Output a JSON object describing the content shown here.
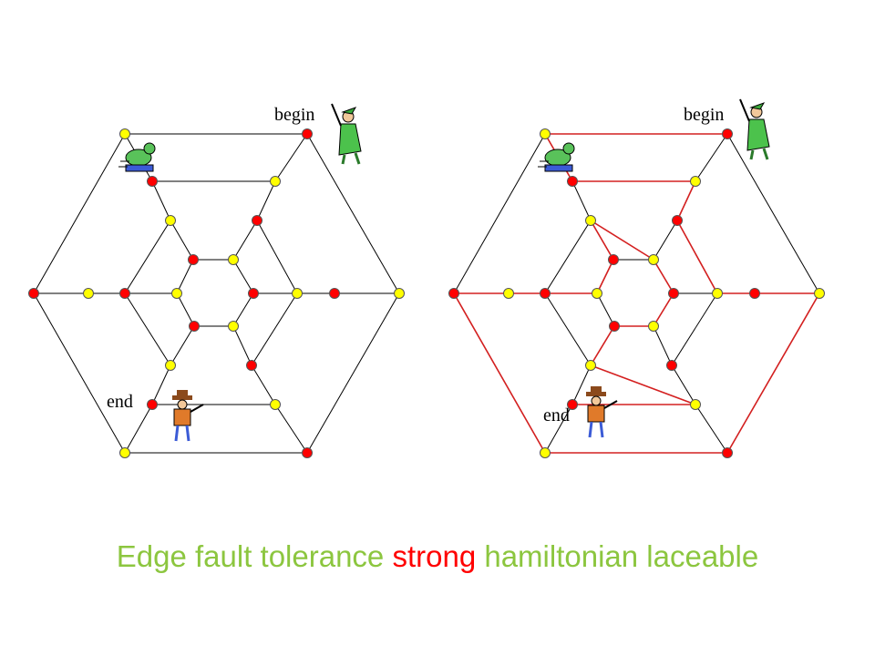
{
  "left_graph": {
    "begin_label": "begin",
    "end_label": "end"
  },
  "right_graph": {
    "begin_label": "begin",
    "end_label": "end"
  },
  "caption": {
    "part1": "Edge fault tolerance ",
    "highlight": "strong",
    "part2": " hamiltonian laceable"
  },
  "colors": {
    "edge": "#000000",
    "path": "#d42020",
    "vertex_red": "#ff0000",
    "vertex_yellow": "#ffff00",
    "caption_green": "#8cc63f",
    "caption_red": "#ff0000"
  }
}
